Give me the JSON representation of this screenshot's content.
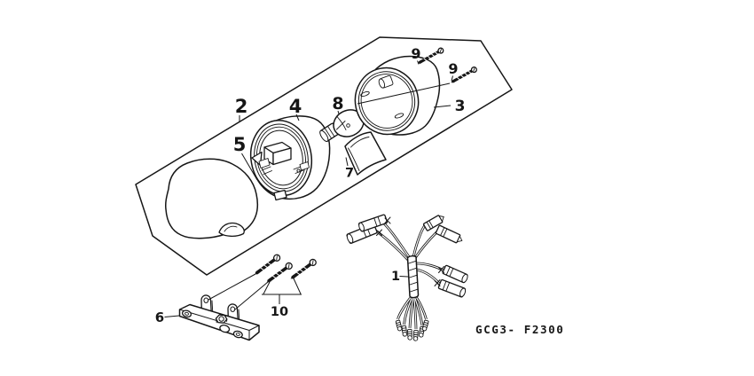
{
  "diagram": {
    "code_label": "GCG3- F2300",
    "part_labels": {
      "p1": "1",
      "p2": "2",
      "p3": "3",
      "p4": "4",
      "p5": "5",
      "p6": "6",
      "p7": "7",
      "p8": "8",
      "p9a": "9",
      "p9b": "9",
      "p10": "10"
    }
  }
}
